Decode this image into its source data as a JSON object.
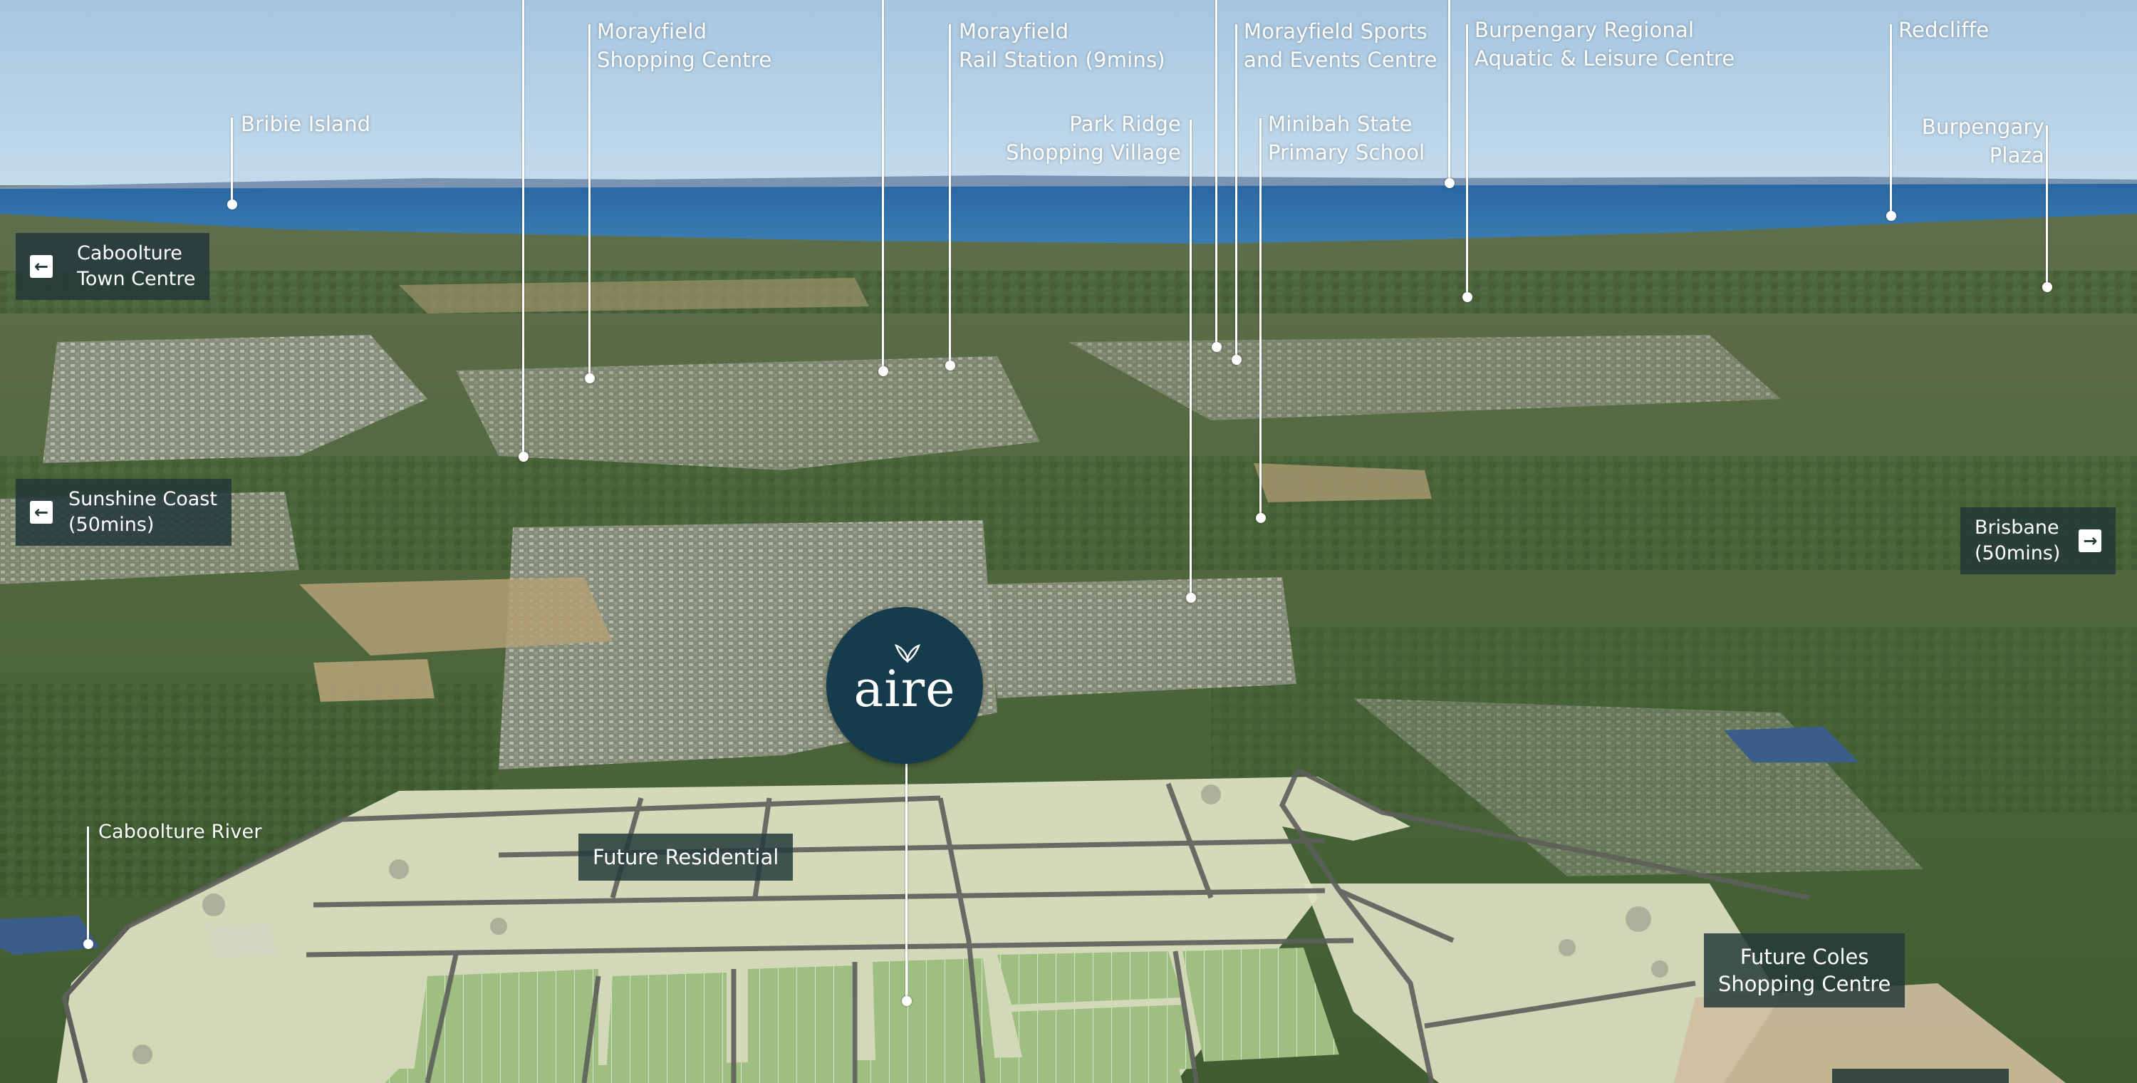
{
  "logo": {
    "text": "aire"
  },
  "places": {
    "bribie_island": "Bribie Island",
    "morayfield_shopping": [
      "Morayfield",
      "Shopping Centre"
    ],
    "morayfield_rail": [
      "Morayfield",
      "Rail Station (9mins)"
    ],
    "morayfield_sports": [
      "Morayfield Sports",
      "and Events Centre"
    ],
    "burpengary_aquatic": [
      "Burpengary Regional",
      "Aquatic & Leisure Centre"
    ],
    "redcliffe": "Redcliffe",
    "park_ridge": [
      "Park Ridge",
      "Shopping Village"
    ],
    "minibah": [
      "Minibah State",
      "Primary School"
    ],
    "burpengary_plaza": [
      "Burpengary",
      "Plaza"
    ],
    "caboolture_river": "Caboolture River"
  },
  "directions": {
    "caboolture_town": [
      "Caboolture",
      "Town Centre"
    ],
    "sunshine_coast": [
      "Sunshine Coast",
      "(50mins)"
    ],
    "brisbane": [
      "Brisbane",
      "(50mins)"
    ]
  },
  "tags": {
    "future_residential": "Future Residential",
    "future_coles": [
      "Future Coles",
      "Shopping Centre"
    ]
  },
  "colors": {
    "sky_top": "#a9c8e2",
    "sea": "#2f6fa6",
    "land": "#4d6b3c",
    "suburb": "#8d927c",
    "estate": "#dfe3c4",
    "logo_bg": "#163b4c",
    "tag_bg": "#26393a"
  },
  "icons": {
    "left_arrow": "arrow-left-icon",
    "right_arrow": "arrow-right-icon",
    "logo_leaf": "leaf-icon"
  }
}
